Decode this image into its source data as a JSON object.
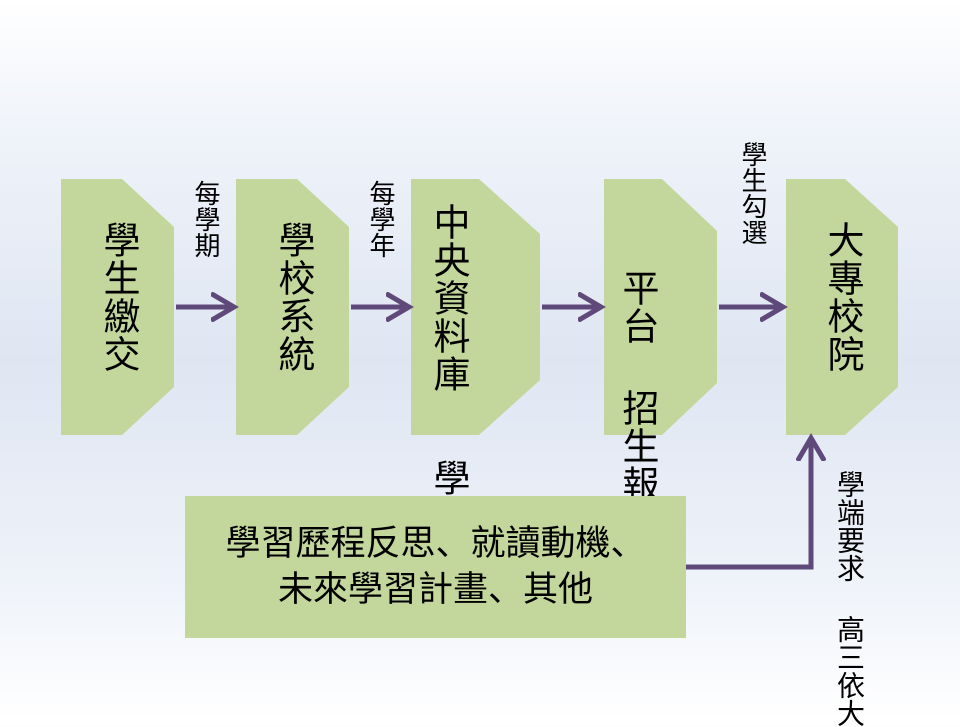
{
  "colors": {
    "box_fill": "#c3d69b",
    "arrow": "#5f497a",
    "background": "#dfe6f2"
  },
  "boxes": [
    {
      "lines": [
        "學生繳交"
      ]
    },
    {
      "lines": [
        "學校系統"
      ]
    },
    {
      "lines": [
        "中央資料庫",
        "學習歷程"
      ]
    },
    {
      "lines": [
        "平台",
        "招生報名"
      ]
    },
    {
      "lines": [
        "大專校院"
      ]
    }
  ],
  "edge_labels": {
    "each_semester": "每學期",
    "each_year": "每學年",
    "student_select": "學生勾選"
  },
  "note": {
    "line1": "學習歷程反思、就讀動機、",
    "line2": "未來學習計畫、其他"
  },
  "requirement_label": {
    "line1": "學端要求",
    "line2": "高三依大"
  }
}
